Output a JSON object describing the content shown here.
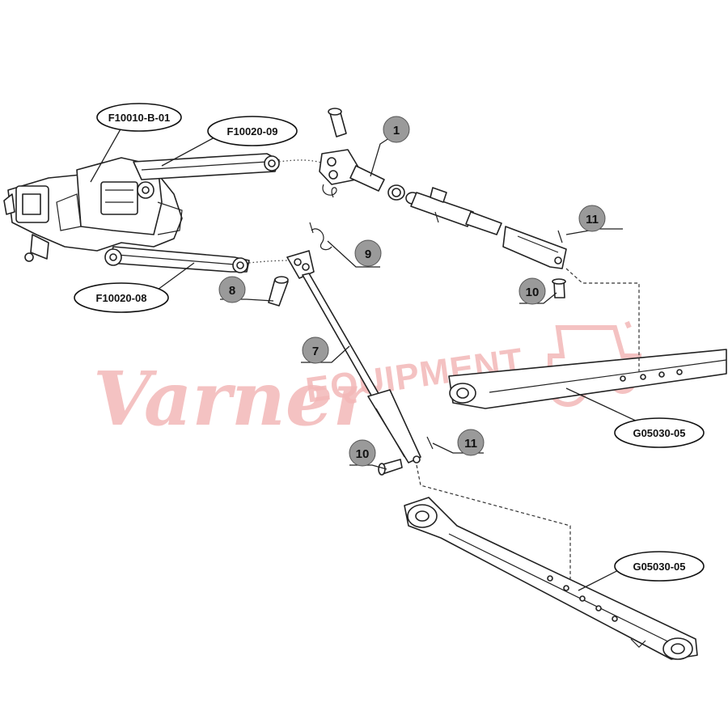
{
  "watermark": {
    "script_text": "Varner",
    "block_text": "EQUIPMENT"
  },
  "part_labels": {
    "top_link_bracket": "F10010-B-01",
    "upper_lift_arm": "F10020-09",
    "lower_lift_arm": "F10020-08",
    "lower_link_right": "G05030-05",
    "lower_link_left": "G05030-05"
  },
  "callouts": {
    "top_link": "1",
    "linch_pin_top": "11",
    "pin_top": "10",
    "lift_rod_clip": "9",
    "lift_rod_pin": "8",
    "lift_rod": "7",
    "linch_pin_bottom": "11",
    "pin_bottom": "10"
  },
  "colors": {
    "line": "#222222",
    "callout_fill": "#9a9a9a",
    "watermark": "#f3b8b8"
  }
}
